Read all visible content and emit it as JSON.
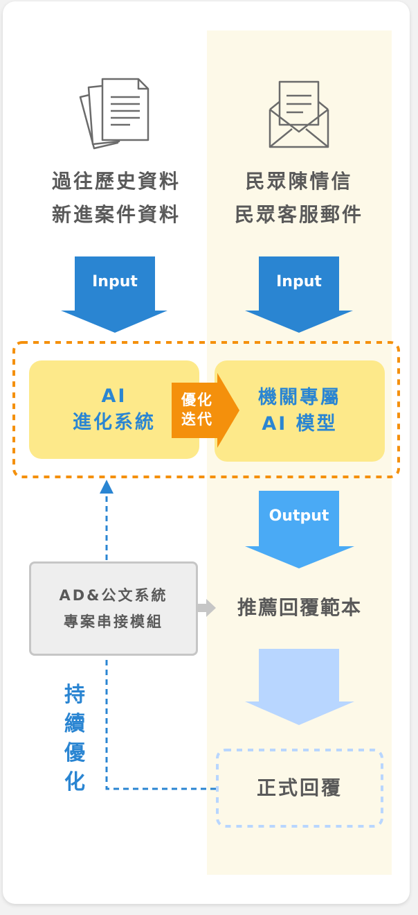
{
  "left_source": {
    "line1": "過往歷史資料",
    "line2": "新進案件資料"
  },
  "right_source": {
    "line1": "民眾陳情信",
    "line2": "民眾客服郵件"
  },
  "input_left_label": "Input",
  "input_right_label": "Input",
  "ai_system": {
    "line1": "AI",
    "line2": "進化系統"
  },
  "optimize_badge": {
    "line1": "優化",
    "line2": "迭代"
  },
  "agency_model": {
    "line1": "機關專屬",
    "line2": "AI 模型"
  },
  "output_label": "Output",
  "module": {
    "line1": "AD&公文系統",
    "line2": "專案串接模組"
  },
  "recommend_label": "推薦回覆範本",
  "formal_reply": "正式回覆",
  "continuous_optimize": [
    "持",
    "續",
    "優",
    "化"
  ],
  "colors": {
    "blue": "#2a85d2",
    "light_blue": "#4aaaf5",
    "pale_blue": "#b8d6ff",
    "orange": "#f4900c",
    "yellow_box": "#fde98a",
    "column_bg": "#fdf9e8"
  }
}
